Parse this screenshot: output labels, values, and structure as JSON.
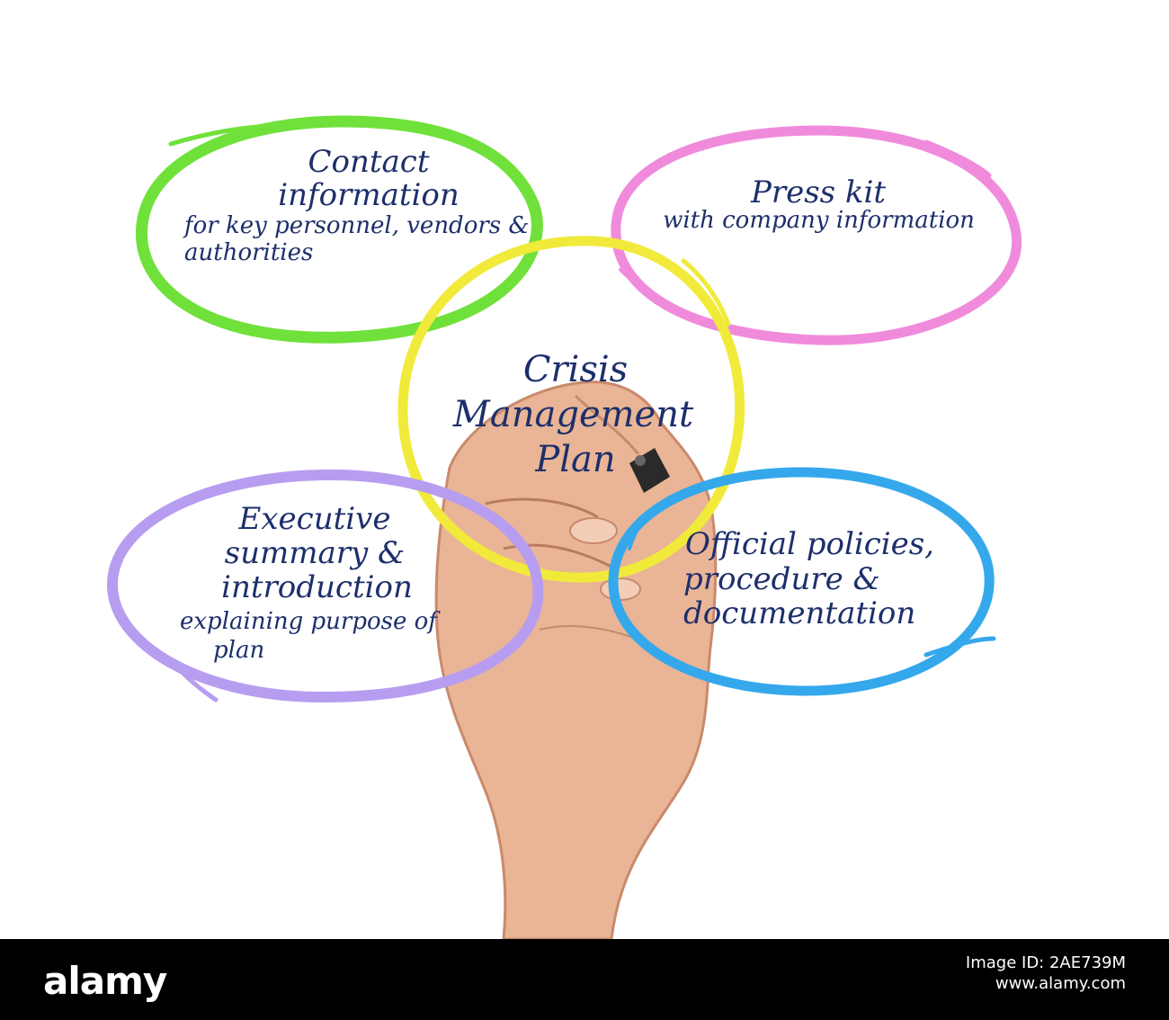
{
  "colors": {
    "text": "#1d2f6b",
    "contact_ellipse": "#6fe13a",
    "press_ellipse": "#f08bdc",
    "center_circle": "#f1ea3a",
    "executive_ellipse": "#b79df0",
    "policies_ellipse": "#35a8ec",
    "footer_bg": "#000000"
  },
  "center": {
    "line1": "Crisis",
    "line2": "Management",
    "line3": "Plan"
  },
  "contact": {
    "title1": "Contact",
    "title2": "information",
    "sub1": "for key personnel, vendors &",
    "sub2": "authorities"
  },
  "press": {
    "title": "Press kit",
    "sub": "with company information"
  },
  "executive": {
    "title1": "Executive",
    "title2": "summary &",
    "title3": "introduction",
    "sub1": "explaining purpose of",
    "sub2": "plan"
  },
  "policies": {
    "line1": "Official policies,",
    "line2": "procedure &",
    "line3": "documentation"
  },
  "footer": {
    "logo": "alamy",
    "image_id": "Image ID: 2AE739M",
    "site": "www.alamy.com"
  }
}
